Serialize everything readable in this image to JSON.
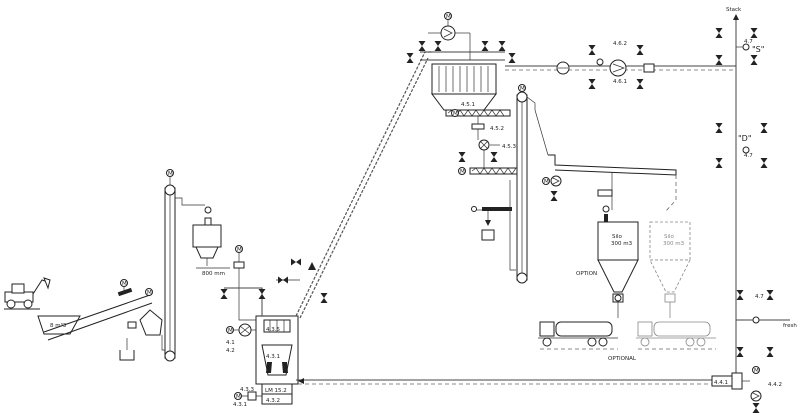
{
  "labels": {
    "stack": "Stack",
    "fresh": "fresh",
    "optional": "OPTIONAL",
    "option": "OPTION",
    "hopper_volume": "8 m³3",
    "bin_size": "800 mm",
    "silo_1_name": "Silo",
    "silo_1_volume": "300 m3",
    "silo_2_name": "Silo",
    "silo_2_volume": "300 m3",
    "s_mark": "\"S\"",
    "d_mark": "\"D\"",
    "mill_model": "LM 15.2",
    "motor": "M"
  },
  "tags": {
    "t_4_1": "4.1",
    "t_4_2": "4.2",
    "t_4_3_1_inner": "4.3.1",
    "t_4_3_1": "4.3.1",
    "t_4_3_2": "4.3.2",
    "t_4_3_3": "4.3.3",
    "t_4_3_5": "4.3.5",
    "t_4_4_1": "4.4.1",
    "t_4_4_2": "4.4.2",
    "t_4_5_1": "4.5.1",
    "t_4_5_2": "4.5.2",
    "t_4_5_3": "4.5.3",
    "t_4_6_1": "4.6.1",
    "t_4_6_2": "4.6.2",
    "t_4_7_top": "4.7",
    "t_4_7_mid": "4.7",
    "t_4_7_low": "4.7"
  }
}
